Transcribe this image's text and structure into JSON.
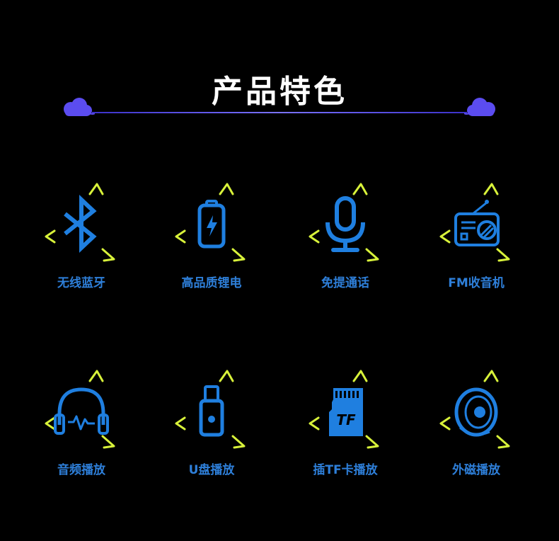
{
  "heading": "产品特色",
  "colors": {
    "background": "#000000",
    "icon_blue": "#1f7fe0",
    "label_blue": "#2e7fd9",
    "arrow_yellow": "#d8f23a",
    "cloud_purple": "#5b4cf0",
    "divider": "#5a50e0"
  },
  "features": [
    {
      "label": "无线蓝牙",
      "icon": "bluetooth-icon"
    },
    {
      "label": "高品质锂电",
      "icon": "battery-icon"
    },
    {
      "label": "免提通话",
      "icon": "microphone-icon"
    },
    {
      "label": "FM收音机",
      "icon": "radio-icon"
    },
    {
      "label": "音频播放",
      "icon": "headphones-icon"
    },
    {
      "label": "U盘播放",
      "icon": "usb-drive-icon"
    },
    {
      "label": "插TF卡播放",
      "icon": "tf-card-icon"
    },
    {
      "label": "外磁播放",
      "icon": "speaker-icon"
    }
  ],
  "tf_card_text": "TF"
}
